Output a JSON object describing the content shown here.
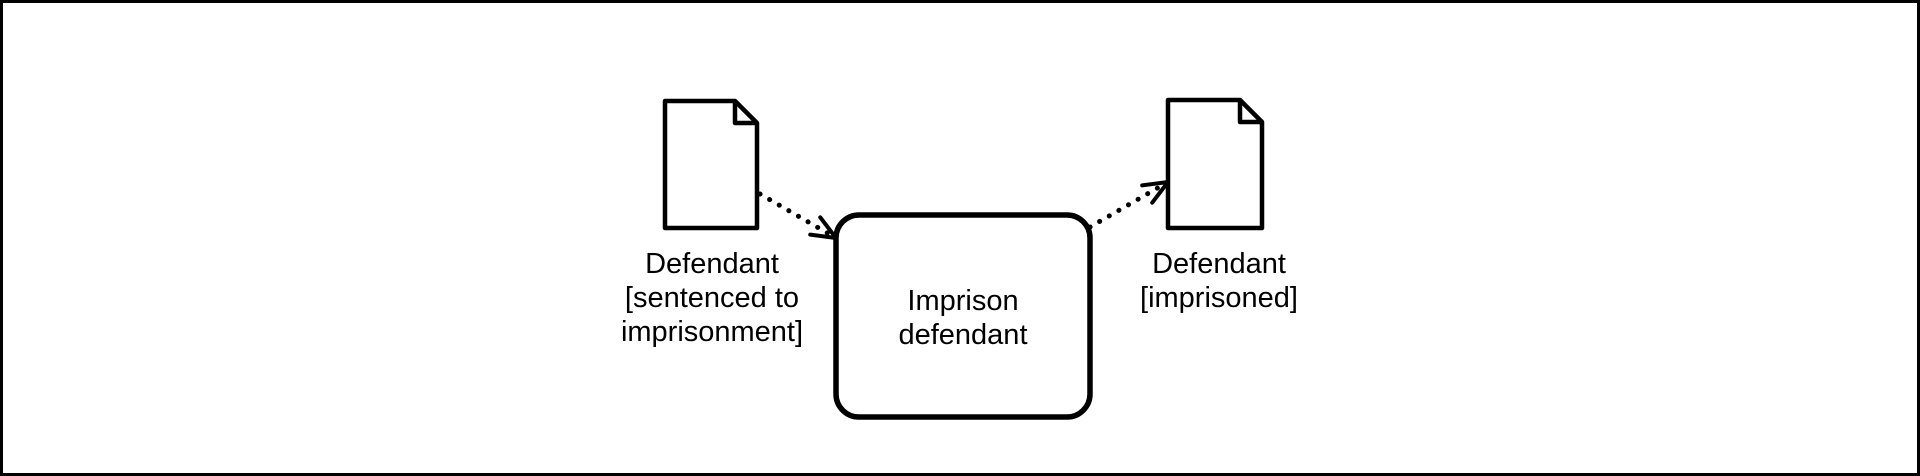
{
  "canvas": {
    "background_color": "#ffffff",
    "border_color": "#000000",
    "stroke_color": "#000000",
    "text_color": "#000000"
  },
  "diagram": {
    "input_data_object": {
      "label": "Defendant [sentenced to imprisonment]",
      "lines": [
        "Defendant",
        "[sentenced to",
        "imprisonment]"
      ],
      "icon": "document-icon"
    },
    "task": {
      "label": "Imprison defendant",
      "lines": [
        "Imprison",
        "defendant"
      ]
    },
    "output_data_object": {
      "label": "Defendant [imprisoned]",
      "lines": [
        "Defendant",
        "[imprisoned]"
      ],
      "icon": "document-icon"
    }
  }
}
